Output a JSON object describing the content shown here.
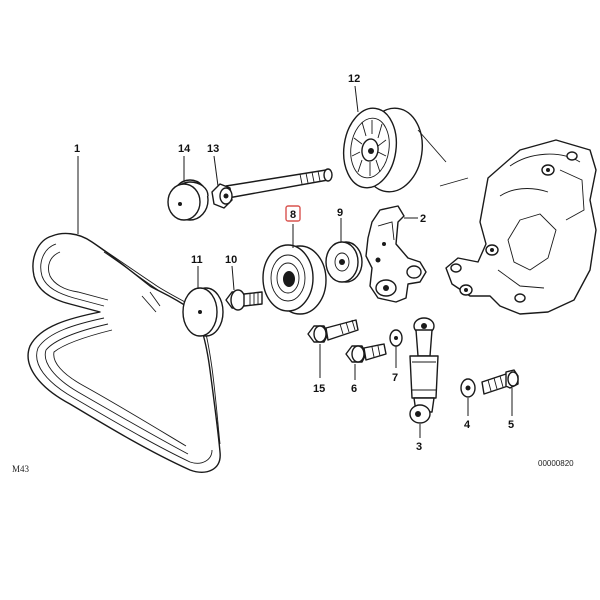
{
  "labels": {
    "p1": "1",
    "p2": "2",
    "p3": "3",
    "p4": "4",
    "p5": "5",
    "p6": "6",
    "p7": "7",
    "p8": "8",
    "p9": "9",
    "p10": "10",
    "p11": "11",
    "p12": "12",
    "p13": "13",
    "p14": "14",
    "p15": "15"
  },
  "corner_code": "M43",
  "drawing_number": "00000820",
  "highlight_color": "#d9534f"
}
